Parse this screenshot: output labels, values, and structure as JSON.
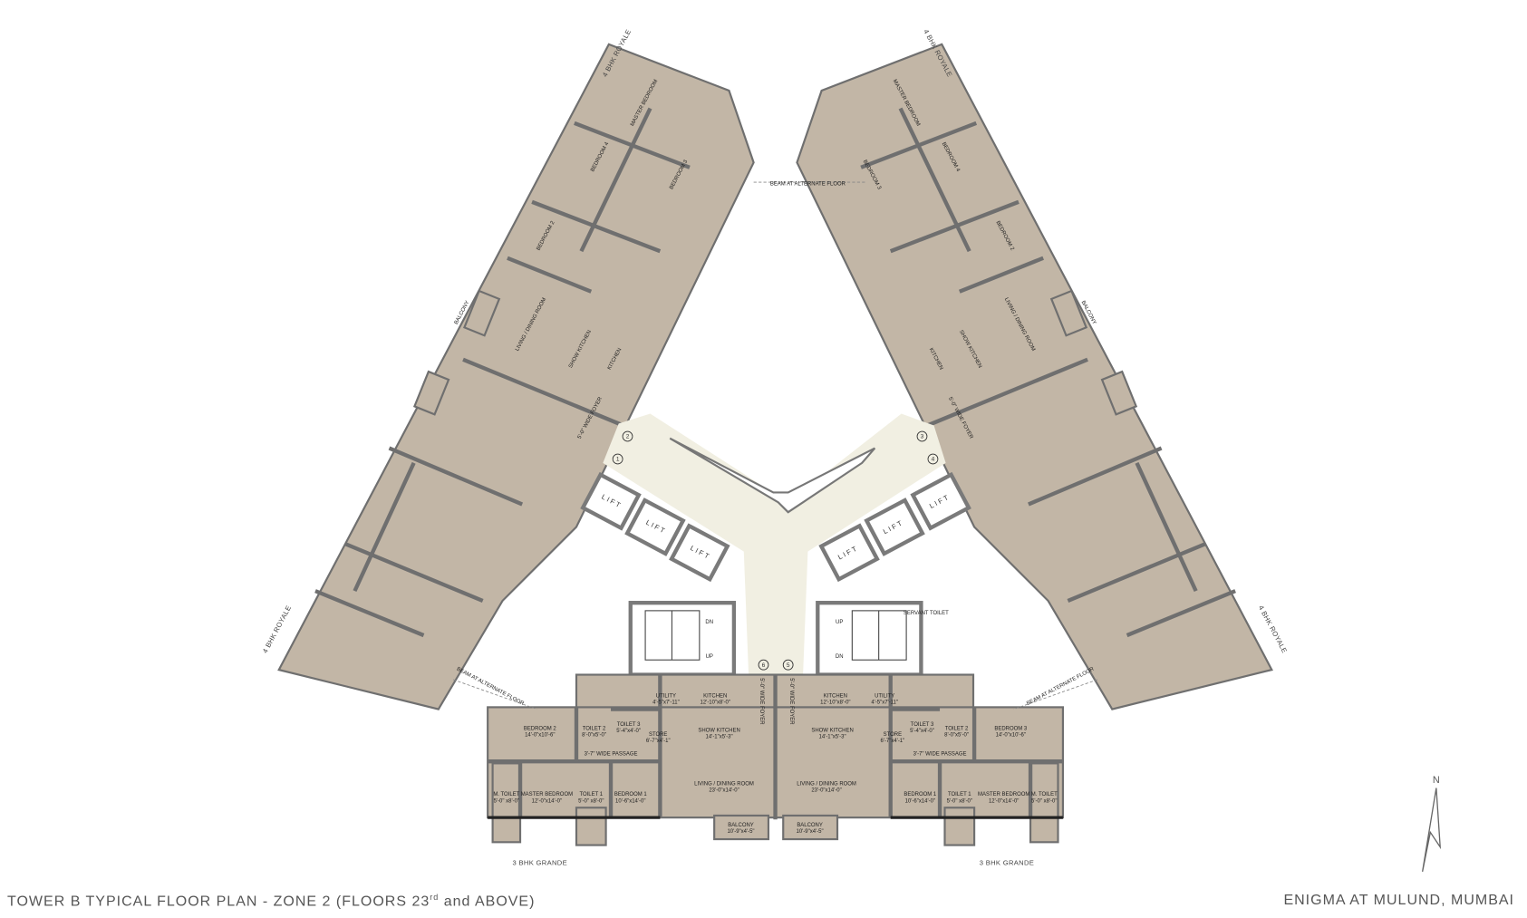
{
  "title": {
    "main": "TOWER B TYPICAL FLOOR PLAN - ZONE 2 (FLOORS 23",
    "sup": "rd",
    "tail": " and ABOVE)"
  },
  "project": "ENIGMA AT MULUND, MUMBAI",
  "colors": {
    "room_fill": "#c2b6a6",
    "wall": "#6f6f6f",
    "lobby": "#f1efe2",
    "text": "#555555"
  },
  "north_label": "N",
  "wing_labels": [
    "4 BHK ROYALE",
    "4 BHK ROYALE",
    "4 BHK ROYALE",
    "4 BHK ROYALE",
    "3 BHK GRANDE",
    "3 BHK GRANDE"
  ],
  "beam_labels": [
    "BEAM AT ALTERNATE FLOOR",
    "BEAM AT ALTERNATE FLOOR",
    "BEAM AT ALTERNATE FLOOR"
  ],
  "lifts": [
    "LIFT",
    "LIFT",
    "LIFT",
    "LIFT",
    "LIFT",
    "LIFT"
  ],
  "core_markers": [
    "1",
    "2",
    "3",
    "4",
    "5",
    "6"
  ],
  "stairs": {
    "left_dn": "DN",
    "left_up": "UP",
    "right_up": "UP",
    "right_dn": "DN",
    "servant_toilet": "SERVANT TOILET"
  },
  "bottom_left_unit": [
    {
      "name": "BEDROOM 2",
      "dim": "14'-0\"x10'-6\""
    },
    {
      "name": "TOILET 2",
      "dim": "8'-0\"x5'-0\""
    },
    {
      "name": "TOILET 3",
      "dim": "5'-4\"x4'-0\""
    },
    {
      "name": "STORE",
      "dim": "6'-7\"x4'-1\""
    },
    {
      "name": "UTILITY",
      "dim": "4'-5\"x7'-11\""
    },
    {
      "name": "KITCHEN",
      "dim": "12'-10\"x8'-0\""
    },
    {
      "name": "SHOW KITCHEN",
      "dim": "14'-1\"x5'-3\""
    },
    {
      "name": "3'-7\" WIDE PASSAGE",
      "dim": ""
    },
    {
      "name": "LIVING / DINING ROOM",
      "dim": "23'-0\"x14'-0\""
    },
    {
      "name": "M. TOILET",
      "dim": "5'-0\" x8'-0\""
    },
    {
      "name": "MASTER BEDROOM",
      "dim": "12'-0\"x14'-0\""
    },
    {
      "name": "TOILET 1",
      "dim": "5'-0\" x8'-0\""
    },
    {
      "name": "BEDROOM 1",
      "dim": "10'-6\"x14'-0\""
    },
    {
      "name": "BALCONY",
      "dim": "10'-9\"x4'-5\""
    },
    {
      "name": "5'-0\" WIDE FOYER",
      "dim": ""
    }
  ],
  "bottom_right_unit": [
    {
      "name": "KITCHEN",
      "dim": "12'-10\"x8'-0\""
    },
    {
      "name": "UTILITY",
      "dim": "4'-5\"x7'-11\""
    },
    {
      "name": "SHOW KITCHEN",
      "dim": "14'-1\"x5'-3\""
    },
    {
      "name": "STORE",
      "dim": "6'-7\"x4'-1\""
    },
    {
      "name": "TOILET 3",
      "dim": "5'-4\"x4'-0\""
    },
    {
      "name": "TOILET 2",
      "dim": "8'-0\"x5'-0\""
    },
    {
      "name": "BEDROOM 3",
      "dim": "14'-0\"x10'-6\""
    },
    {
      "name": "3'-7\" WIDE PASSAGE",
      "dim": ""
    },
    {
      "name": "LIVING / DINING ROOM",
      "dim": "23'-0\"x14'-0\""
    },
    {
      "name": "BEDROOM 1",
      "dim": "10'-6\"x14'-0\""
    },
    {
      "name": "TOILET 1",
      "dim": "5'-0\" x8'-0\""
    },
    {
      "name": "MASTER BEDROOM",
      "dim": "12'-0\"x14'-0\""
    },
    {
      "name": "M. TOILET",
      "dim": "5'-0\" x8'-0\""
    },
    {
      "name": "BALCONY",
      "dim": "10'-9\"x4'-5\""
    },
    {
      "name": "5'-0\" WIDE FOYER",
      "dim": ""
    }
  ],
  "wing_rooms": [
    "MASTER BEDROOM",
    "BEDROOM 4",
    "BEDROOM 3",
    "BEDROOM 2",
    "LIVING / DINING ROOM",
    "SHOW KITCHEN",
    "KITCHEN",
    "BALCONY",
    "5'-0\" WIDE FOYER"
  ]
}
